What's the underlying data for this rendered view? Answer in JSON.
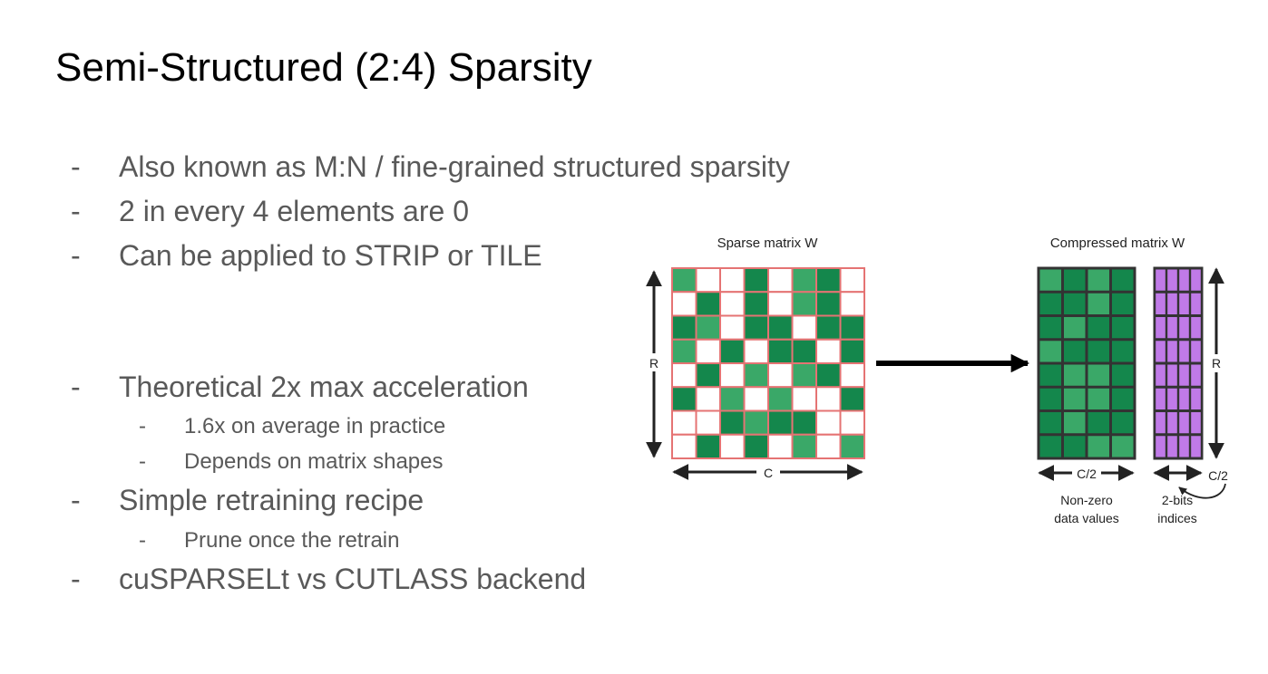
{
  "title": "Semi-Structured (2:4) Sparsity",
  "bullets": [
    {
      "dash": "-",
      "text": "Also known as M:N / fine-grained structured sparsity"
    },
    {
      "dash": "-",
      "text": "2 in every 4 elements are 0"
    },
    {
      "dash": "-",
      "text": "Can be applied to STRIP or TILE"
    },
    {
      "dash": "-",
      "text": "Theoretical 2x max acceleration"
    },
    {
      "dash": "-",
      "text": "1.6x on average in practice"
    },
    {
      "dash": "-",
      "text": "Depends on matrix shapes"
    },
    {
      "dash": "-",
      "text": "Simple retraining recipe"
    },
    {
      "dash": "-",
      "text": "Prune once the retrain"
    },
    {
      "dash": "-",
      "text": "cuSPARSELt vs CUTLASS backend"
    }
  ],
  "diagram": {
    "sparse_label": "Sparse matrix W",
    "compressed_label": "Compressed matrix W",
    "rows_label": "R",
    "cols_label": "C",
    "half_cols_label": "C/2",
    "values_caption": [
      "Non-zero",
      "data values"
    ],
    "indices_caption": [
      "2-bits",
      "indices"
    ],
    "sparse_matrix": [
      [
        2,
        0,
        0,
        1,
        0,
        2,
        1,
        0
      ],
      [
        0,
        1,
        0,
        1,
        0,
        2,
        1,
        0
      ],
      [
        1,
        2,
        0,
        1,
        1,
        0,
        1,
        1
      ],
      [
        2,
        0,
        1,
        0,
        1,
        1,
        0,
        1
      ],
      [
        0,
        1,
        0,
        2,
        0,
        2,
        1,
        0
      ],
      [
        1,
        0,
        2,
        0,
        2,
        0,
        0,
        1
      ],
      [
        0,
        0,
        1,
        2,
        1,
        1,
        0,
        0
      ],
      [
        0,
        1,
        0,
        1,
        0,
        2,
        0,
        2
      ]
    ],
    "colors": {
      "dark_green": "#14874c",
      "mid_green": "#3aa868",
      "light_green": "#6cc393",
      "sparse_border": "#e57373",
      "compressed_border": "#333333",
      "index_purple": "#c07ae8"
    }
  }
}
